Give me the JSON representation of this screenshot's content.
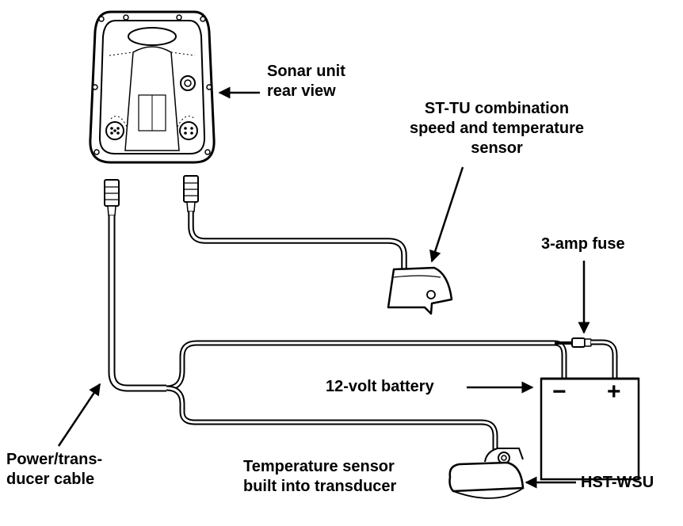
{
  "labels": {
    "sonar_unit": [
      "Sonar unit",
      "rear view"
    ],
    "st_tu": [
      "ST-TU combination",
      "speed and temperature",
      "sensor"
    ],
    "fuse": "3-amp fuse",
    "battery": "12-volt battery",
    "power_cable": [
      "Power/trans-",
      "ducer cable"
    ],
    "temp_sensor": [
      "Temperature sensor",
      "built into transducer"
    ],
    "hst_wsu": "HST-WSU"
  },
  "battery_terminals": {
    "negative": "−",
    "positive": "+"
  },
  "colors": {
    "ink": "#000000",
    "paper": "#ffffff"
  }
}
